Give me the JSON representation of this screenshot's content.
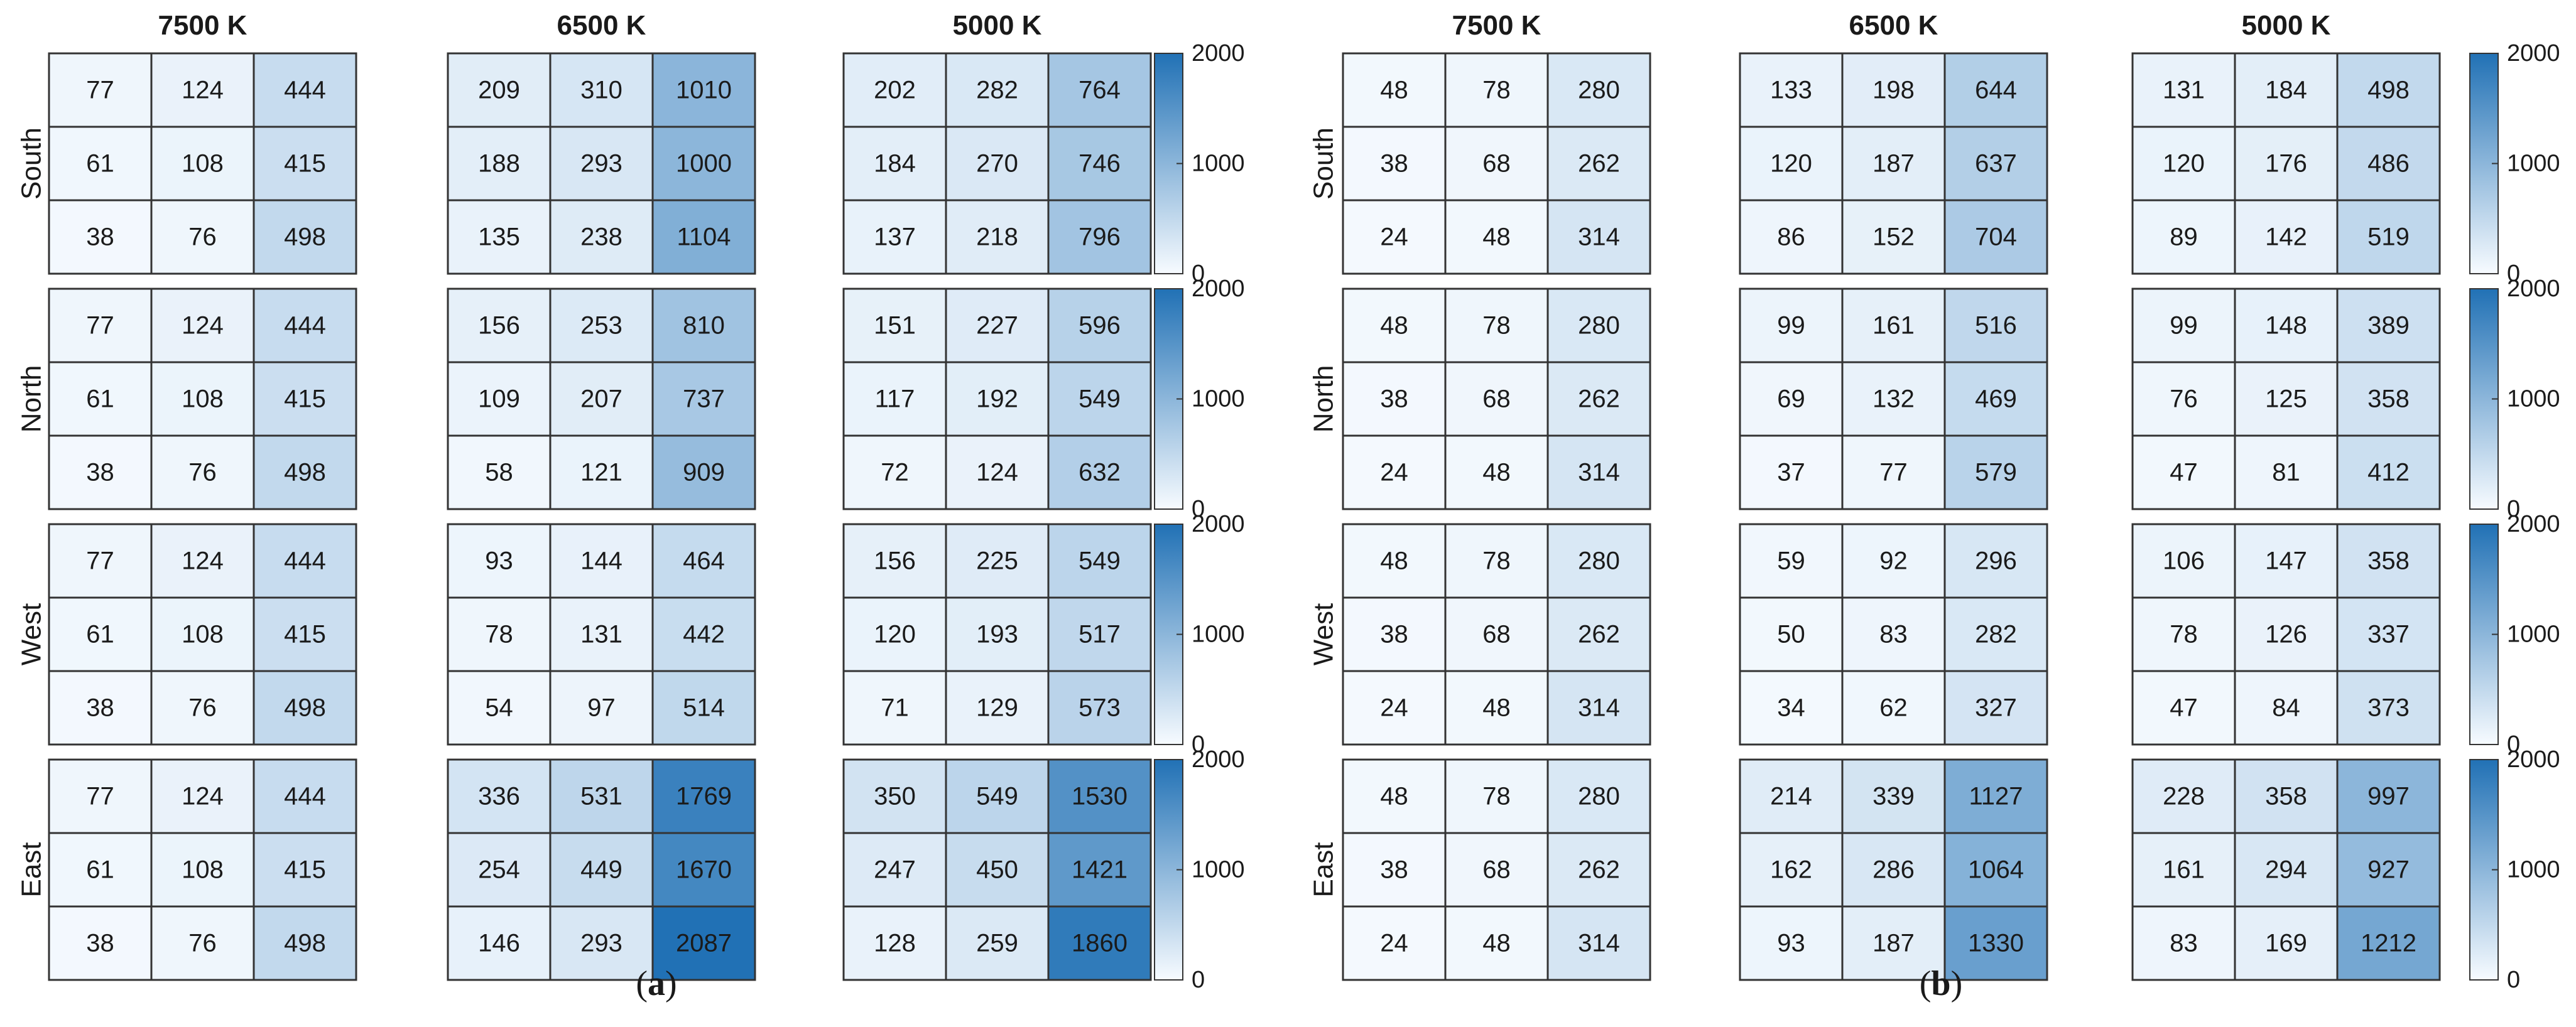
{
  "chart_data": [
    {
      "type": "heatmap",
      "panel_label_pre": "(",
      "panel_label_letter": "a",
      "panel_label_post": ")",
      "column_titles": [
        "7500 K",
        "6500 K",
        "5000 K"
      ],
      "row_labels": [
        "South",
        "North",
        "West",
        "East"
      ],
      "colorbar": {
        "range": [
          0,
          2000
        ],
        "ticks": [
          "2000",
          "1000",
          "0"
        ],
        "colors": [
          "#f7fbff",
          "#2171b5"
        ]
      },
      "grids": [
        [
          [
            [
              77,
              124,
              444
            ],
            [
              61,
              108,
              415
            ],
            [
              38,
              76,
              498
            ]
          ],
          [
            [
              209,
              310,
              1010
            ],
            [
              188,
              293,
              1000
            ],
            [
              135,
              238,
              1104
            ]
          ],
          [
            [
              202,
              282,
              764
            ],
            [
              184,
              270,
              746
            ],
            [
              137,
              218,
              796
            ]
          ]
        ],
        [
          [
            [
              77,
              124,
              444
            ],
            [
              61,
              108,
              415
            ],
            [
              38,
              76,
              498
            ]
          ],
          [
            [
              156,
              253,
              810
            ],
            [
              109,
              207,
              737
            ],
            [
              58,
              121,
              909
            ]
          ],
          [
            [
              151,
              227,
              596
            ],
            [
              117,
              192,
              549
            ],
            [
              72,
              124,
              632
            ]
          ]
        ],
        [
          [
            [
              77,
              124,
              444
            ],
            [
              61,
              108,
              415
            ],
            [
              38,
              76,
              498
            ]
          ],
          [
            [
              93,
              144,
              464
            ],
            [
              78,
              131,
              442
            ],
            [
              54,
              97,
              514
            ]
          ],
          [
            [
              156,
              225,
              549
            ],
            [
              120,
              193,
              517
            ],
            [
              71,
              129,
              573
            ]
          ]
        ],
        [
          [
            [
              77,
              124,
              444
            ],
            [
              61,
              108,
              415
            ],
            [
              38,
              76,
              498
            ]
          ],
          [
            [
              336,
              531,
              1769
            ],
            [
              254,
              449,
              1670
            ],
            [
              146,
              293,
              2087
            ]
          ],
          [
            [
              350,
              549,
              1530
            ],
            [
              247,
              450,
              1421
            ],
            [
              128,
              259,
              1860
            ]
          ]
        ]
      ]
    },
    {
      "type": "heatmap",
      "panel_label_pre": "(",
      "panel_label_letter": "b",
      "panel_label_post": ")",
      "column_titles": [
        "7500 K",
        "6500 K",
        "5000 K"
      ],
      "row_labels": [
        "South",
        "North",
        "West",
        "East"
      ],
      "colorbar": {
        "range": [
          0,
          2000
        ],
        "ticks": [
          "2000",
          "1000",
          "0"
        ],
        "colors": [
          "#f7fbff",
          "#2171b5"
        ]
      },
      "grids": [
        [
          [
            [
              48,
              78,
              280
            ],
            [
              38,
              68,
              262
            ],
            [
              24,
              48,
              314
            ]
          ],
          [
            [
              133,
              198,
              644
            ],
            [
              120,
              187,
              637
            ],
            [
              86,
              152,
              704
            ]
          ],
          [
            [
              131,
              184,
              498
            ],
            [
              120,
              176,
              486
            ],
            [
              89,
              142,
              519
            ]
          ]
        ],
        [
          [
            [
              48,
              78,
              280
            ],
            [
              38,
              68,
              262
            ],
            [
              24,
              48,
              314
            ]
          ],
          [
            [
              99,
              161,
              516
            ],
            [
              69,
              132,
              469
            ],
            [
              37,
              77,
              579
            ]
          ],
          [
            [
              99,
              148,
              389
            ],
            [
              76,
              125,
              358
            ],
            [
              47,
              81,
              412
            ]
          ]
        ],
        [
          [
            [
              48,
              78,
              280
            ],
            [
              38,
              68,
              262
            ],
            [
              24,
              48,
              314
            ]
          ],
          [
            [
              59,
              92,
              296
            ],
            [
              50,
              83,
              282
            ],
            [
              34,
              62,
              327
            ]
          ],
          [
            [
              106,
              147,
              358
            ],
            [
              78,
              126,
              337
            ],
            [
              47,
              84,
              373
            ]
          ]
        ],
        [
          [
            [
              48,
              78,
              280
            ],
            [
              38,
              68,
              262
            ],
            [
              24,
              48,
              314
            ]
          ],
          [
            [
              214,
              339,
              1127
            ],
            [
              162,
              286,
              1064
            ],
            [
              93,
              187,
              1330
            ]
          ],
          [
            [
              228,
              358,
              997
            ],
            [
              161,
              294,
              927
            ],
            [
              83,
              169,
              1212
            ]
          ]
        ]
      ]
    }
  ]
}
